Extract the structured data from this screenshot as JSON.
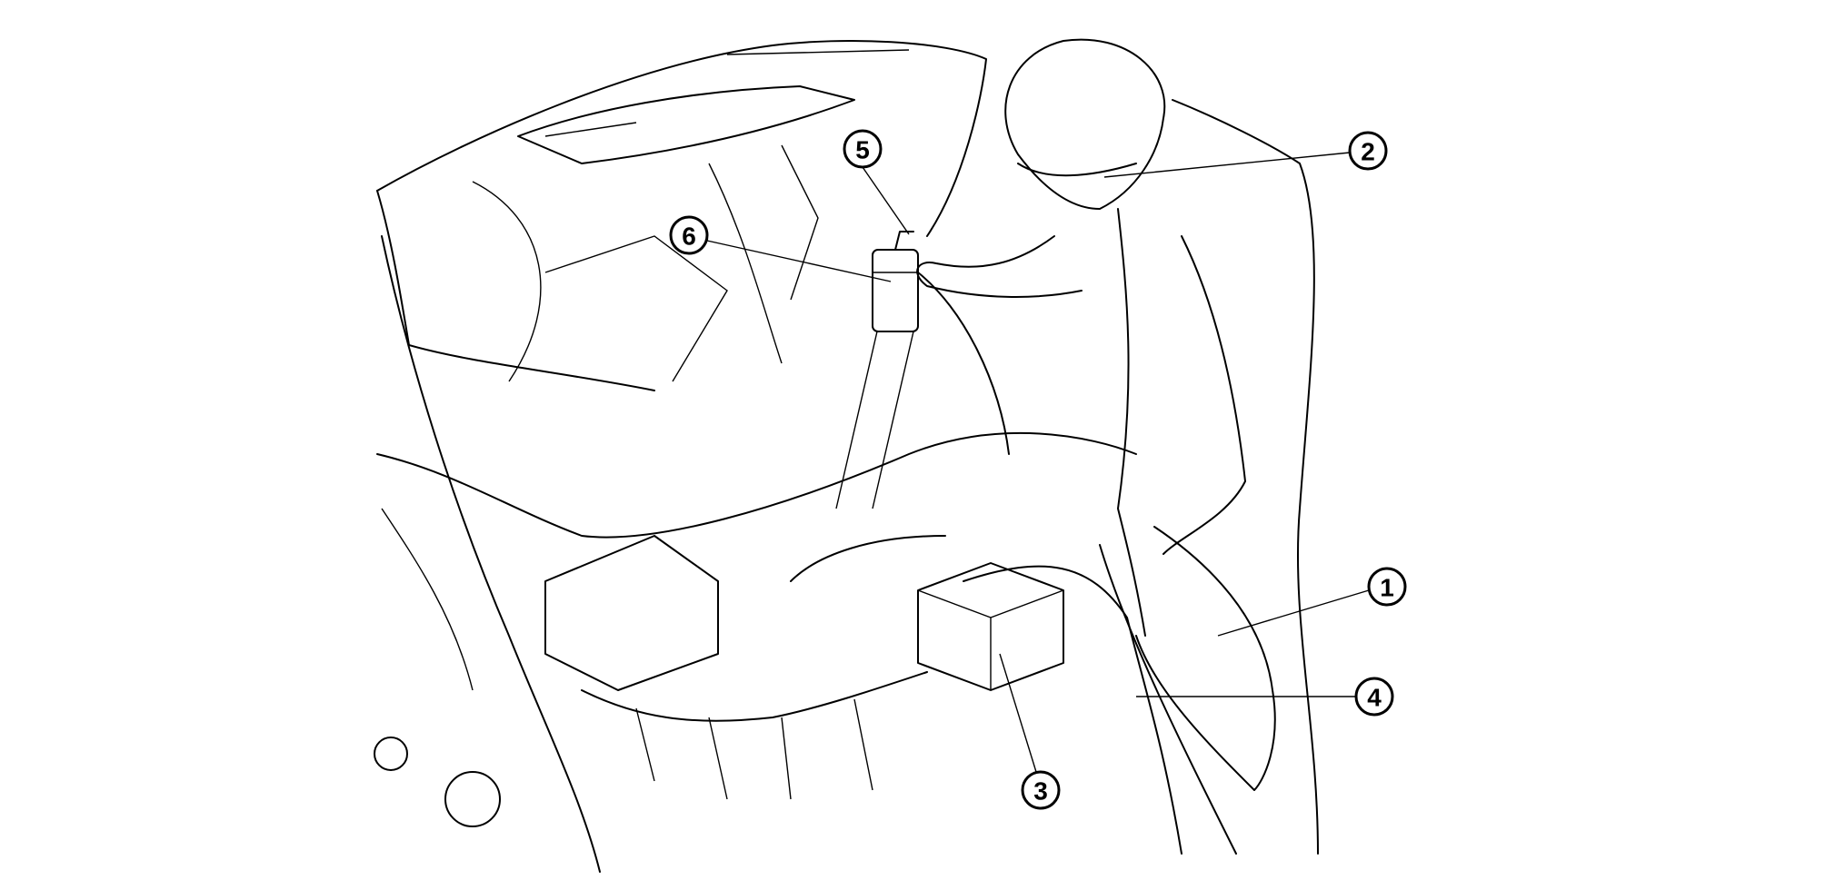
{
  "figure": {
    "callouts": [
      {
        "label": "1",
        "part": "fender-cover"
      },
      {
        "label": "2",
        "part": "safety-goggles"
      },
      {
        "label": "3",
        "part": "battery"
      },
      {
        "label": "4",
        "part": "cable"
      },
      {
        "label": "5",
        "part": "nozzle"
      },
      {
        "label": "6",
        "part": "spray-can"
      }
    ]
  }
}
